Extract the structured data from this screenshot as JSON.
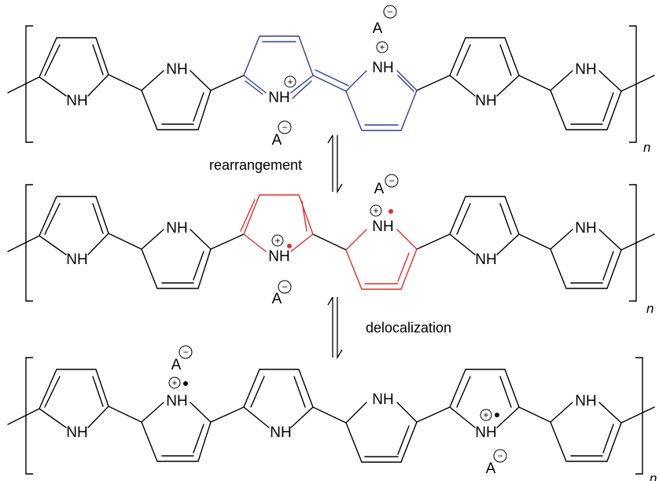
{
  "labels": {
    "nh": "NH",
    "anion": "A",
    "minus": "−",
    "plus": "+",
    "n": "n"
  },
  "steps": [
    {
      "caption": "rearrangement"
    },
    {
      "caption": "delocalization"
    }
  ],
  "colors": {
    "bond": "#000000",
    "quinoid": "#2f3f9e",
    "radical_ring": "#e0302a",
    "radical_dot_red": "#e0302a",
    "radical_dot_black": "#000000"
  }
}
